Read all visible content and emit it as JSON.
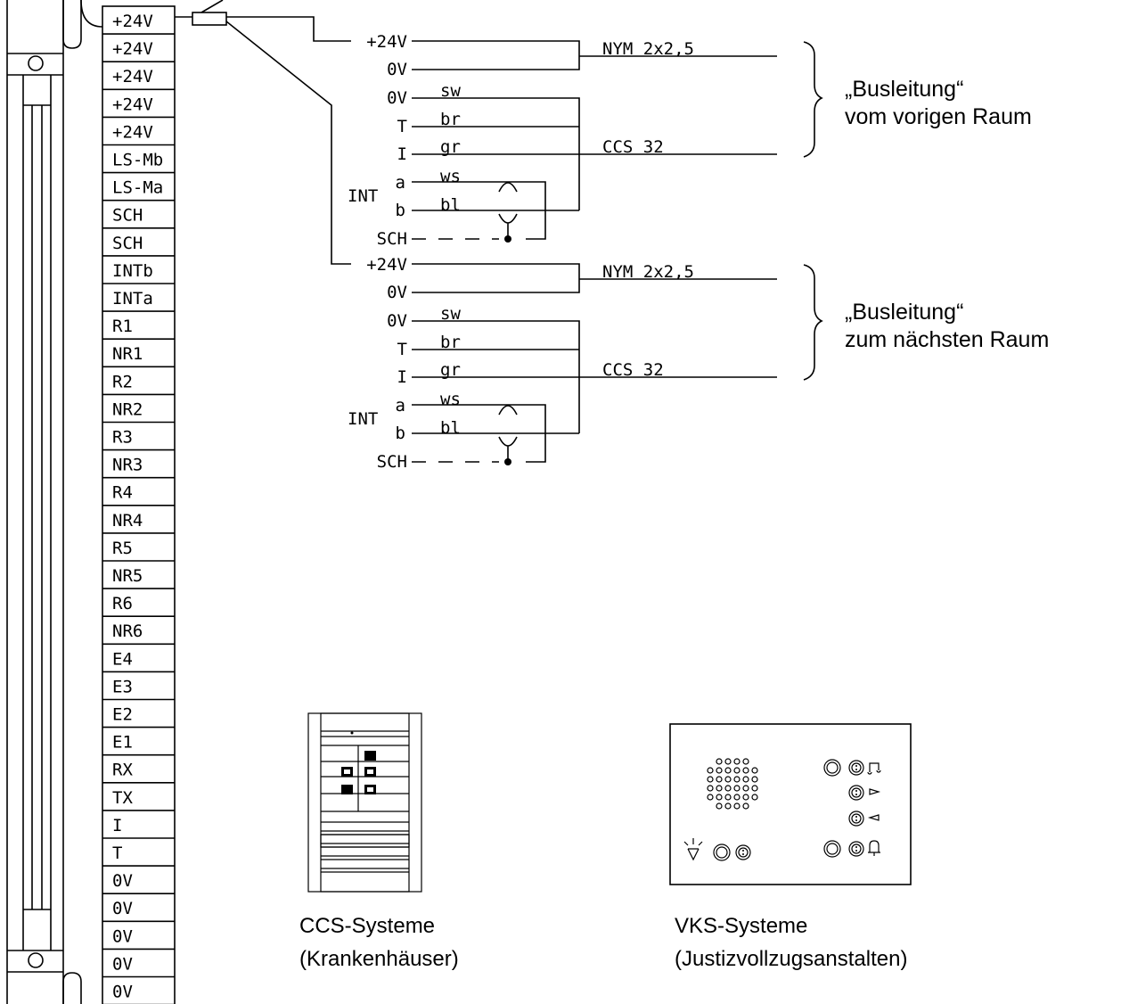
{
  "terminals": [
    "+24V",
    "+24V",
    "+24V",
    "+24V",
    "+24V",
    "LS-Mb",
    "LS-Ma",
    "SCH",
    "SCH",
    "INTb",
    "INTa",
    "R1",
    "NR1",
    "R2",
    "NR2",
    "R3",
    "NR3",
    "R4",
    "NR4",
    "R5",
    "NR5",
    "R6",
    "NR6",
    "E4",
    "E3",
    "E2",
    "E1",
    "RX",
    "TX",
    "I",
    "T",
    "0V",
    "0V",
    "0V",
    "0V",
    "0V"
  ],
  "bus_blocks": [
    {
      "pins": {
        "p24v": "+24V",
        "p0v_a": "0V",
        "p0v_b": "0V",
        "pT": "T",
        "pI": "I",
        "int": "INT",
        "pa": "a",
        "pb": "b",
        "sch": "SCH"
      },
      "wire_colors": {
        "sw": "sw",
        "br": "br",
        "gr": "gr",
        "ws": "ws",
        "bl": "bl"
      },
      "cable_power": "NYM 2x2,5",
      "cable_bus": "CCS 32",
      "caption_line1": "„Busleitung“",
      "caption_line2": "vom vorigen Raum"
    },
    {
      "pins": {
        "p24v": "+24V",
        "p0v_a": "0V",
        "p0v_b": "0V",
        "pT": "T",
        "pI": "I",
        "int": "INT",
        "pa": "a",
        "pb": "b",
        "sch": "SCH"
      },
      "wire_colors": {
        "sw": "sw",
        "br": "br",
        "gr": "gr",
        "ws": "ws",
        "bl": "bl"
      },
      "cable_power": "NYM 2x2,5",
      "cable_bus": "CCS 32",
      "caption_line1": "„Busleitung“",
      "caption_line2": "zum nächsten Raum"
    }
  ],
  "devices": {
    "ccs": {
      "line1": "CCS-Systeme",
      "line2": "(Krankenhäuser)"
    },
    "vks": {
      "line1": "VKS-Systeme",
      "line2": "(Justizvollzugsanstalten)"
    }
  },
  "icons": [
    "fuse-icon",
    "lamp-icon",
    "note-icon",
    "bell-icon",
    "arrow-right-icon",
    "arrow-left-icon",
    "speaker-grille-icon"
  ]
}
